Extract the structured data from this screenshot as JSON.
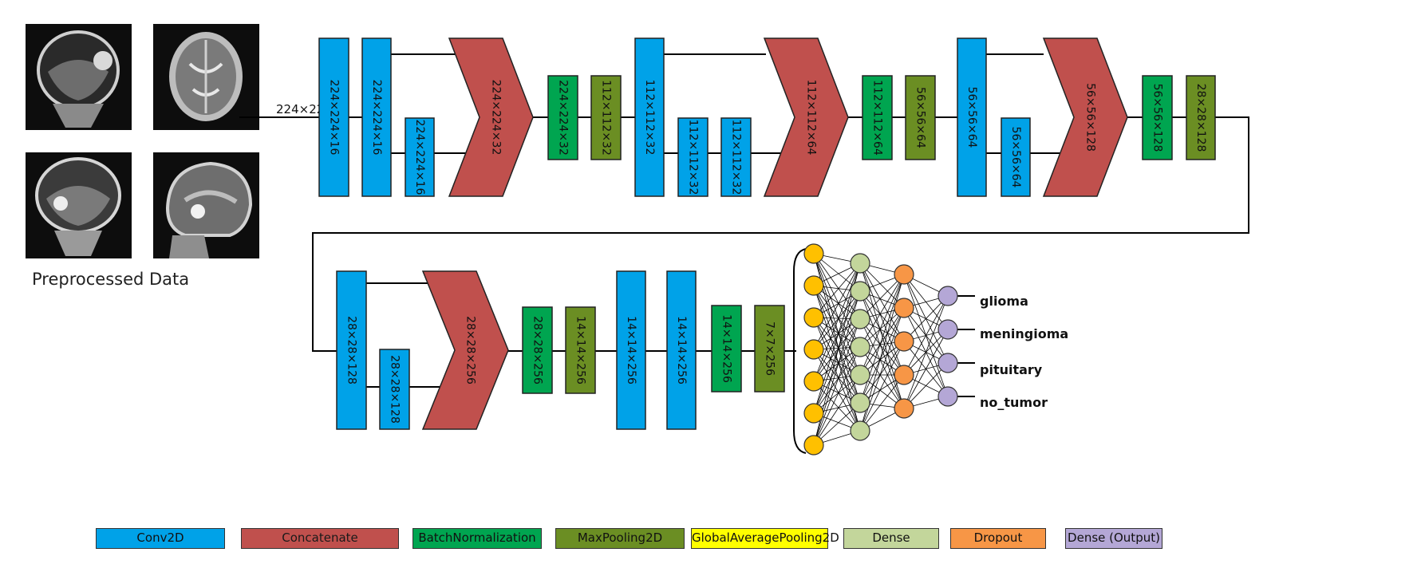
{
  "input_shape": "224×224×3",
  "caption": "Preprocessed Data",
  "colors": {
    "conv2d": "#00a2e8",
    "concatenate": "#c0504d",
    "batchnorm": "#00a550",
    "maxpool": "#6b8e23",
    "gap": "#ffff00",
    "dense": "#c3d69b",
    "dropout": "#f79646",
    "dense_output": "#b4a7d6",
    "input_node": "#ffc000"
  },
  "row1_layers": [
    {
      "label": "224×224×16",
      "kind": "conv2d"
    },
    {
      "label": "224×224×16",
      "kind": "conv2d"
    },
    {
      "label": "224×224×16",
      "kind": "conv2d"
    },
    {
      "label": "224×224×32",
      "kind": "concatenate"
    },
    {
      "label": "224×224×32",
      "kind": "batchnorm"
    },
    {
      "label": "112×112×32",
      "kind": "maxpool"
    },
    {
      "label": "112×112×32",
      "kind": "conv2d"
    },
    {
      "label": "112×112×32",
      "kind": "conv2d"
    },
    {
      "label": "112×112×32",
      "kind": "conv2d"
    },
    {
      "label": "112×112×64",
      "kind": "concatenate"
    },
    {
      "label": "112×112×64",
      "kind": "batchnorm"
    },
    {
      "label": "56×56×64",
      "kind": "maxpool"
    },
    {
      "label": "56×56×64",
      "kind": "conv2d"
    },
    {
      "label": "56×56×64",
      "kind": "conv2d"
    },
    {
      "label": "56×56×128",
      "kind": "concatenate"
    },
    {
      "label": "56×56×128",
      "kind": "batchnorm"
    },
    {
      "label": "28×28×128",
      "kind": "maxpool"
    }
  ],
  "row2_layers": [
    {
      "label": "28×28×128",
      "kind": "conv2d"
    },
    {
      "label": "28×28×128",
      "kind": "conv2d"
    },
    {
      "label": "28×28×256",
      "kind": "concatenate"
    },
    {
      "label": "28×28×256",
      "kind": "batchnorm"
    },
    {
      "label": "14×14×256",
      "kind": "maxpool"
    },
    {
      "label": "14×14×256",
      "kind": "conv2d"
    },
    {
      "label": "14×14×256",
      "kind": "conv2d"
    },
    {
      "label": "14×14×256",
      "kind": "batchnorm"
    },
    {
      "label": "7×7×256",
      "kind": "maxpool"
    }
  ],
  "outputs": [
    "glioma",
    "meningioma",
    "pituitary",
    "no_tumor"
  ],
  "legend": [
    {
      "label": "Conv2D",
      "kind": "conv2d"
    },
    {
      "label": "Concatenate",
      "kind": "concatenate"
    },
    {
      "label": "BatchNormalization",
      "kind": "batchnorm"
    },
    {
      "label": "MaxPooling2D",
      "kind": "maxpool"
    },
    {
      "label": "GlobalAveragePooling2D",
      "kind": "gap"
    },
    {
      "label": "Dense",
      "kind": "dense"
    },
    {
      "label": "Dropout",
      "kind": "dropout"
    },
    {
      "label": "Dense (Output)",
      "kind": "dense_output"
    }
  ]
}
